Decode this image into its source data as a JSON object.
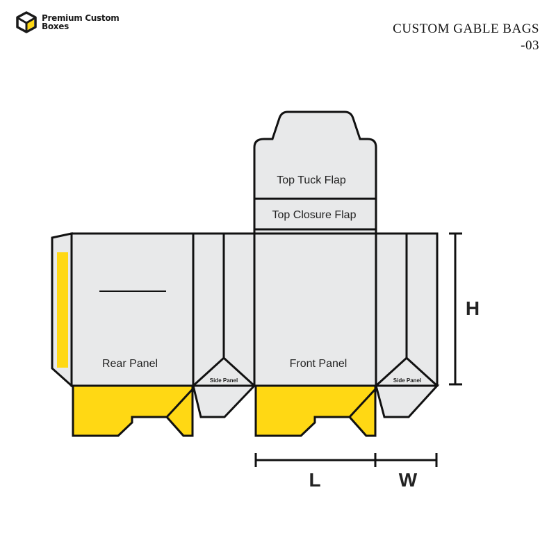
{
  "brand": {
    "line1": "Premium Custom",
    "line2": "Boxes"
  },
  "title": {
    "line1": "CUSTOM GABLE BAGS",
    "line2": "-03"
  },
  "panels": {
    "top_tuck_flap": "Top Tuck Flap",
    "top_closure_flap": "Top Closure Flap",
    "rear_panel": "Rear Panel",
    "front_panel": "Front Panel",
    "side_panel_left": "Side Panel",
    "side_panel_right": "Side Panel"
  },
  "dimensions": {
    "height": "H",
    "length": "L",
    "width": "W"
  },
  "colors": {
    "accent": "#FFD814",
    "panel": "#E8E9EA",
    "stroke": "#111111"
  }
}
